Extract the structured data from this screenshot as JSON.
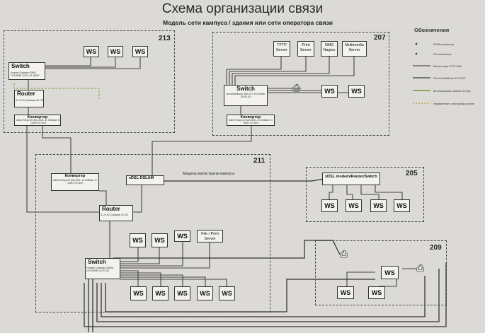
{
  "poster": {
    "title": "Схема организации связи",
    "subtitle": "Модель сети кампуса / здания или сети оператора связи"
  },
  "legend": {
    "title": "Обозначения",
    "items": [
      {
        "label": "RJ45-коннектор"
      },
      {
        "label": "SC-коннектор"
      },
      {
        "label": "Витая пара UTP Cat5"
      },
      {
        "label": "Fiber MultiMode 62.5/125"
      },
      {
        "label": "Многопарный кабель 25 пар"
      },
      {
        "label": "Управление и настройка узлов"
      }
    ]
  },
  "rooms": {
    "r213": {
      "number": "213"
    },
    "r207": {
      "number": "207"
    },
    "r211": {
      "number": "211"
    },
    "r205": {
      "number": "205"
    },
    "r209": {
      "number": "209"
    }
  },
  "devices": {
    "switch213": {
      "title": "Switch",
      "desc": "Huawei Quidway S3800 10/100Mb 24-RJ-45, 8SNP"
    },
    "router213": {
      "title": "Router",
      "desc": "ZL-5-K1 Quidway 2G 30"
    },
    "conv213": {
      "title": "Конвертер",
      "desc": "Allied Telesyn AT-MC102XL-10 100Base-Tx 100BT-SC Mmf"
    },
    "switch207": {
      "title": "Switch",
      "desc": "NortelNetBook 350-24T 10/100Mb 24-RJ-45"
    },
    "conv207": {
      "title": "Конвертер",
      "desc": "Allied Telesyn AT-MC102XL-10 100Base-Tx 100BT-SC Mmf"
    },
    "conv211": {
      "title": "Конвертер",
      "desc": "Allied Telesyn AT-MC102XL-10 100Base-Tx 100BT-SC Mmf"
    },
    "dslam": {
      "title": "xDSL DSLAM"
    },
    "router211": {
      "title": "Router",
      "desc": "ZL-5-K1 Quidway 2G 30"
    },
    "switch211": {
      "title": "Switch",
      "desc": "Huawei Quidway S3800 10/100Mb 24-RJ-45"
    },
    "xdsl205": {
      "title": "xDSL modem/Router/Switch"
    }
  },
  "servers": {
    "tftp": "TFTP Server",
    "print": "Print Server",
    "nms": "NMS Nagios",
    "mm": "Multimedia Server",
    "fileprint": "File / Print Server"
  },
  "labels": {
    "ws": "WS",
    "backbone": "Модель магистрали кампуса"
  }
}
